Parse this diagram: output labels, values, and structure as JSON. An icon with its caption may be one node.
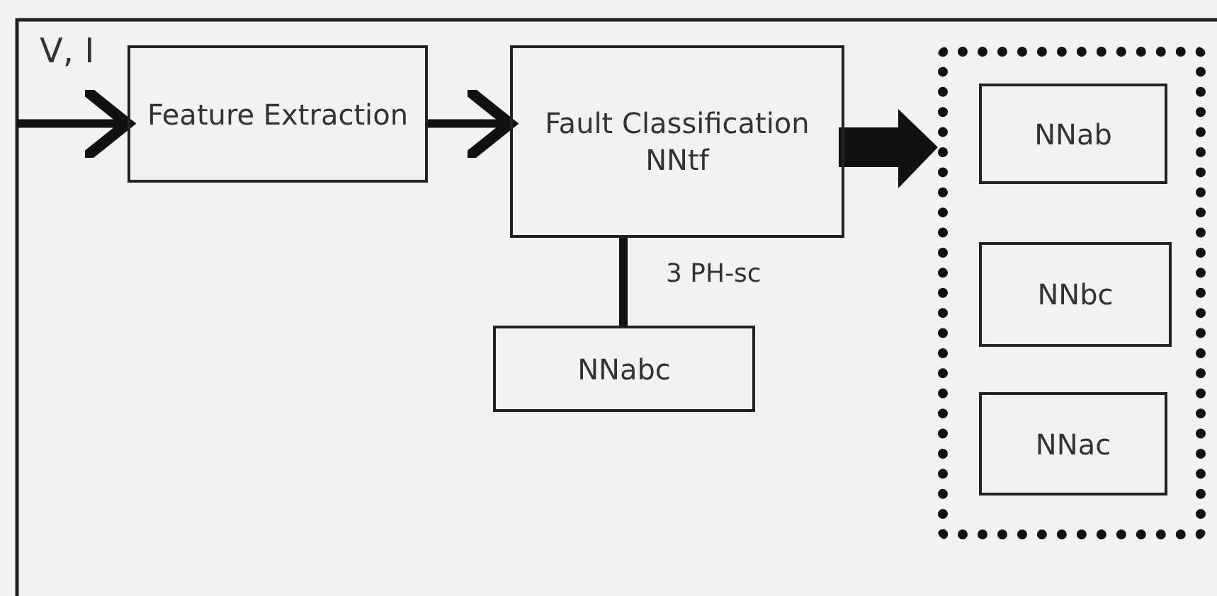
{
  "diagram": {
    "nodes": [
      {
        "text": [
          "Feature Extraction"
        ]
      },
      {
        "text": [
          "Fault Classification NNtf"
        ]
      },
      {
        "text": [
          "NNabc"
        ]
      },
      {
        "text": [],
        "shape": "box"
      },
      {
        "text": [
          "NNab"
        ],
        "in": 3
      },
      {
        "text": [
          "NNbc"
        ],
        "in": 3
      },
      {
        "text": [
          "NNac"
        ],
        "in": 3
      }
    ],
    "edges": [
      {
        "from": null,
        "to": 0,
        "arrow": "to"
      },
      {
        "from": 0,
        "to": 1,
        "arrow": "to"
      },
      {
        "from": 1,
        "to": 3,
        "arrow": "to",
        "style": "thick"
      },
      {
        "from": 1,
        "to": 2,
        "arrow": "none",
        "label": "3 PH-sc"
      }
    ],
    "labels": [
      "V, I"
    ]
  }
}
